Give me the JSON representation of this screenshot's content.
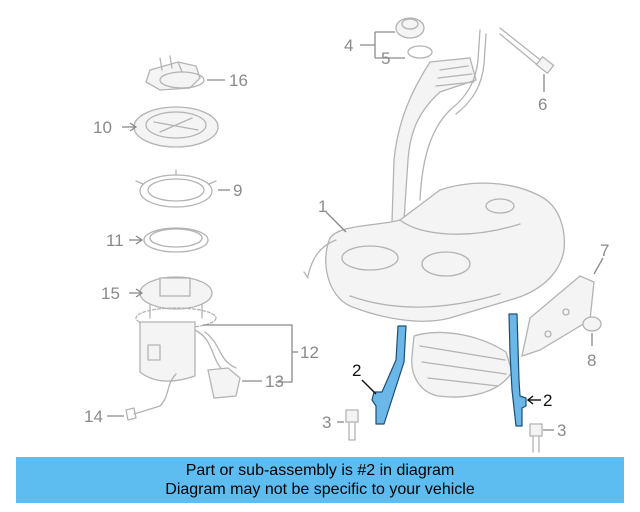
{
  "colors": {
    "highlight": "#6ab7e8",
    "banner_background": "#5dbcf0",
    "part_lines": "#b3b3b3",
    "callout_text": "#8a8a8a"
  },
  "callouts": {
    "c1": "1",
    "c2_left": "2",
    "c2_right": "2",
    "c3_left": "3",
    "c3_right": "3",
    "c4": "4",
    "c5": "5",
    "c6": "6",
    "c7": "7",
    "c8": "8",
    "c9": "9",
    "c10": "10",
    "c11": "11",
    "c12": "12",
    "c13": "13",
    "c14": "14",
    "c15": "15",
    "c16": "16"
  },
  "highlighted_part": "2",
  "banner": {
    "line1": "Part or sub-assembly is #2 in diagram",
    "line2": "Diagram may not be specific to your vehicle"
  }
}
